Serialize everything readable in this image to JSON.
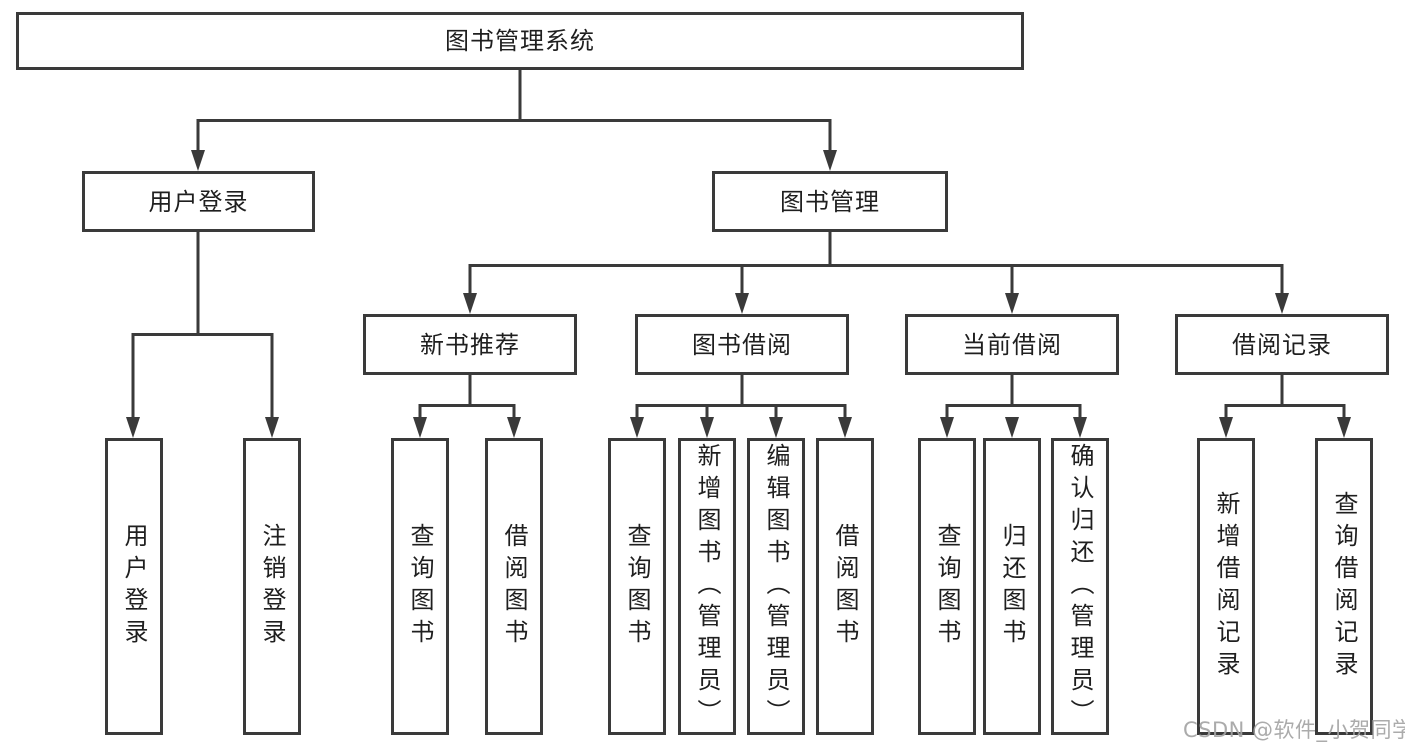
{
  "colors": {
    "line": "#3a3a3a",
    "box_border": "#3a3a3a",
    "box_background": "#ffffff",
    "text": "#1f1f1f",
    "watermark": "#a4a4a4",
    "background": "#ffffff"
  },
  "tree": {
    "root": "图书管理系统",
    "branches": [
      {
        "label": "用户登录",
        "children": [
          {
            "label": "用户登录"
          },
          {
            "label": "注销登录"
          }
        ]
      },
      {
        "label": "图书管理",
        "children": [
          {
            "label": "新书推荐",
            "children": [
              {
                "label": "查询图书"
              },
              {
                "label": "借阅图书"
              }
            ]
          },
          {
            "label": "图书借阅",
            "children": [
              {
                "label": "查询图书"
              },
              {
                "label": "新增图书（管理员）"
              },
              {
                "label": "编辑图书（管理员）"
              },
              {
                "label": "借阅图书"
              }
            ]
          },
          {
            "label": "当前借阅",
            "children": [
              {
                "label": "查询图书"
              },
              {
                "label": "归还图书"
              },
              {
                "label": "确认归还（管理员）"
              }
            ]
          },
          {
            "label": "借阅记录",
            "children": [
              {
                "label": "新增借阅记录"
              },
              {
                "label": "查询借阅记录"
              }
            ]
          }
        ]
      }
    ]
  },
  "watermark": {
    "text": "CSDN @软件_小贺同学"
  }
}
